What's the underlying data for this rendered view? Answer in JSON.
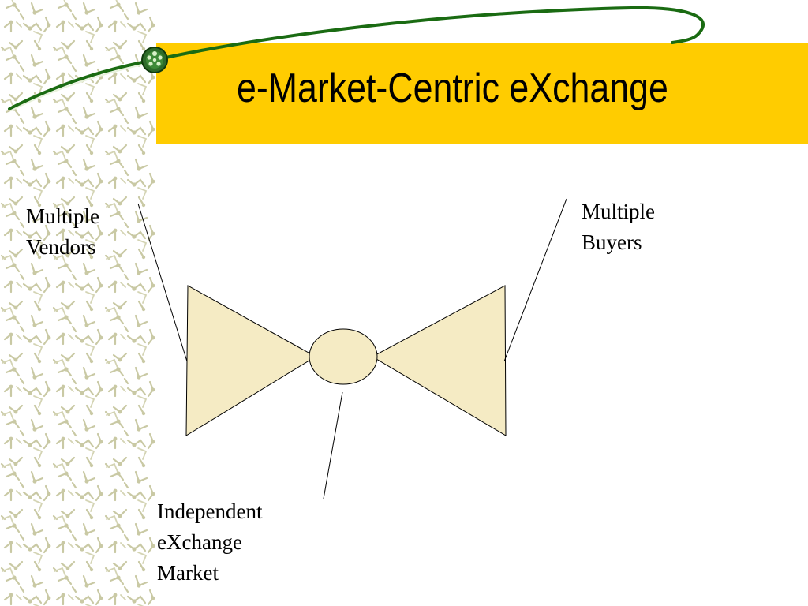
{
  "slide": {
    "title": "e-Market-Centric eXchange"
  },
  "diagram": {
    "labels": {
      "vendors": [
        "Multiple",
        "Vendors"
      ],
      "buyers": [
        "Multiple",
        "Buyers"
      ],
      "market": [
        "Independent",
        "eXchange",
        "Market"
      ]
    }
  },
  "colors": {
    "title_band": "#ffcc00",
    "swoosh": "#1a6b12",
    "shape_fill": "#f5ebc4",
    "shape_stroke": "#000000",
    "pattern": "#c9c9a4",
    "node_fill": "#2e6b2a"
  },
  "icons": {
    "decorative_pattern": "molecule-pattern",
    "title_ornament": "network-node-icon"
  }
}
